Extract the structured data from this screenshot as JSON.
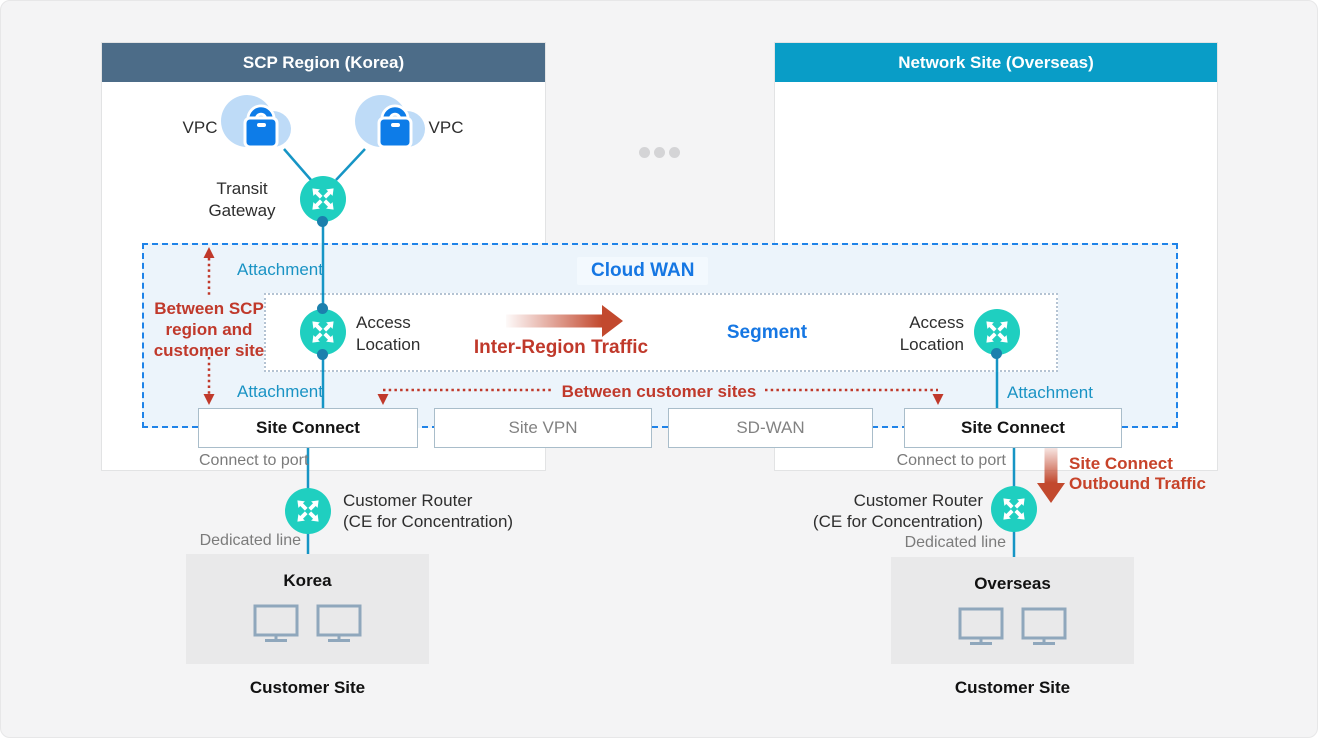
{
  "panels": {
    "scp_region": {
      "title": "SCP Region (Korea)"
    },
    "network_site": {
      "title": "Network Site (Overseas)"
    }
  },
  "nodes": {
    "vpc": {
      "label": "VPC"
    },
    "transit_gateway": {
      "line1": "Transit",
      "line2": "Gateway"
    },
    "access_location": {
      "line1": "Access",
      "line2": "Location"
    },
    "customer_router": {
      "line1": "Customer Router",
      "line2": "(CE for Concentration)"
    }
  },
  "cloud_wan": {
    "title": "Cloud WAN",
    "segment_label": "Segment",
    "attachment_label": "Attachment",
    "inter_region_traffic_label": "Inter-Region Traffic",
    "between_customer_sites_label": "Between customer sites",
    "between_scp_line1": "Between SCP",
    "between_scp_line2": "region and",
    "between_scp_line3": "customer site"
  },
  "connect_boxes": {
    "site_connect": "Site Connect",
    "site_vpn": "Site VPN",
    "sd_wan": "SD-WAN"
  },
  "link_labels": {
    "connect_to_port": "Connect to port",
    "dedicated_line": "Dedicated line",
    "outbound_line1": "Site Connect",
    "outbound_line2": "Outbound Traffic"
  },
  "customer_sites": {
    "korea": {
      "name": "Korea",
      "caption": "Customer Site"
    },
    "overseas": {
      "name": "Overseas",
      "caption": "Customer Site"
    }
  },
  "icons": {
    "router": "teal-circle-four-outward-arrows",
    "vpc": "light-blue-cloud-with-blue-lock",
    "monitor": "desktop-monitor-outline",
    "ellipsis": "three-gray-dots"
  },
  "colors": {
    "scp_header": "#4c6c88",
    "network_header": "#099dc7",
    "teal_icon": "#1fcfc0",
    "connector_line": "#1695c5",
    "connector_dot": "#1b80ad",
    "attachment_text": "#1a93c4",
    "blue_accent": "#1677e3",
    "red_accent": "#c0392b",
    "dashed_border": "#1f83e8",
    "cloud_wan_fill": "#ecf4fb",
    "lock_blue": "#0d7ce8",
    "cloud_fill": "#bedbf7",
    "site_box_fill": "#e9e9ea"
  }
}
